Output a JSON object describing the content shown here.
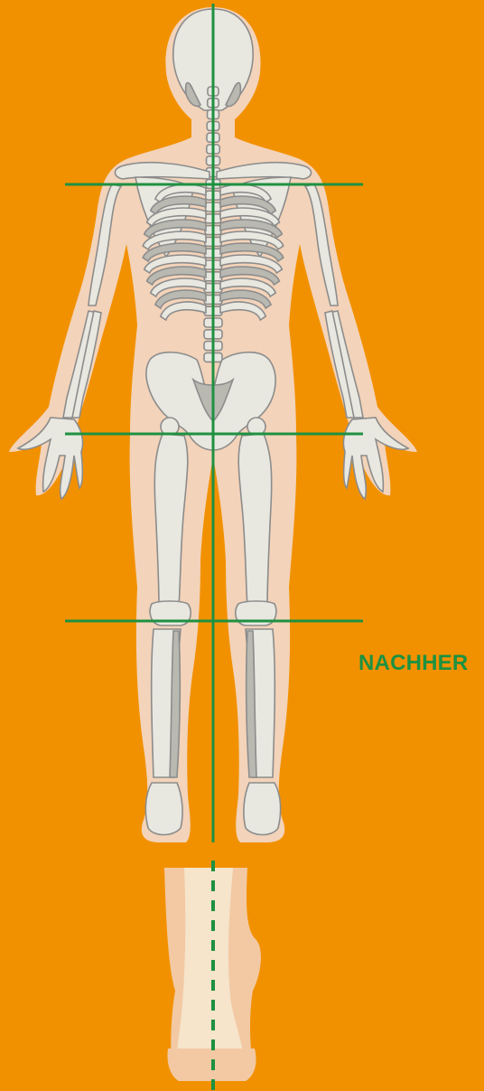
{
  "label": {
    "text": "NACHHER"
  },
  "colors": {
    "background": "#F29100",
    "skin": "#F3D3B9",
    "bone": "#E8E8E0",
    "bone_outline": "#8C8C8C",
    "bone_shadow": "#B9B9B2",
    "alignment_line": "#1E9141",
    "foot_skin": "#F2C9A3",
    "foot_light": "#F6E4CB"
  },
  "icons": [
    "skeleton-back-view",
    "heel-back-view"
  ]
}
